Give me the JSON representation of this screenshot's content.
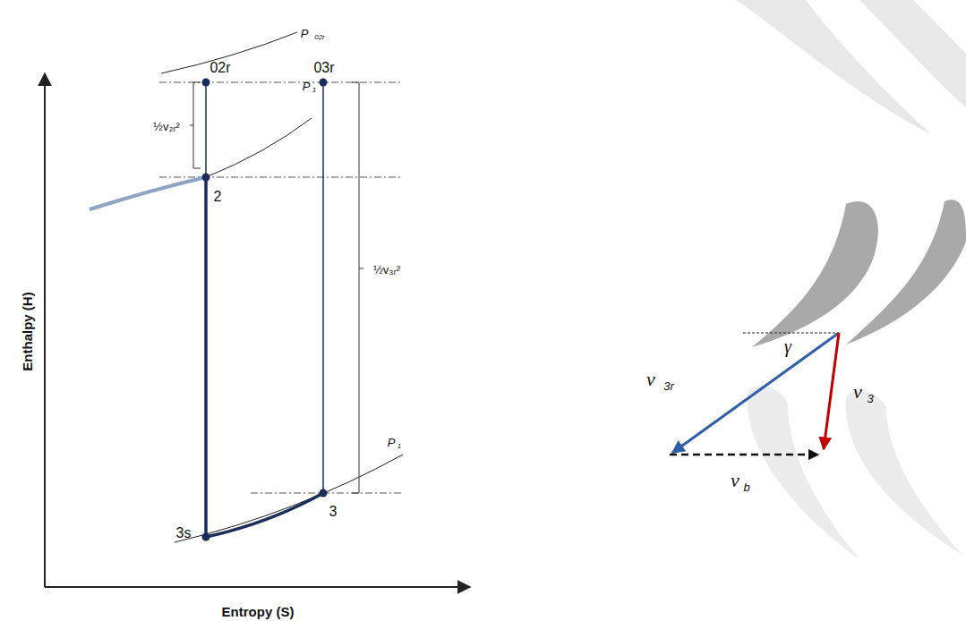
{
  "diagram": {
    "labels": [
      "02r",
      "03r",
      "2",
      "3s",
      "3",
      "P",
      "02r",
      "P",
      "1",
      "P",
      "1",
      "½v₂ᵣ²",
      "½v₃ᵣ²",
      "Enthalpy (H)",
      "Entropy (S)",
      "γ",
      "v",
      "3r",
      "v",
      "3",
      "v",
      "b"
    ]
  }
}
